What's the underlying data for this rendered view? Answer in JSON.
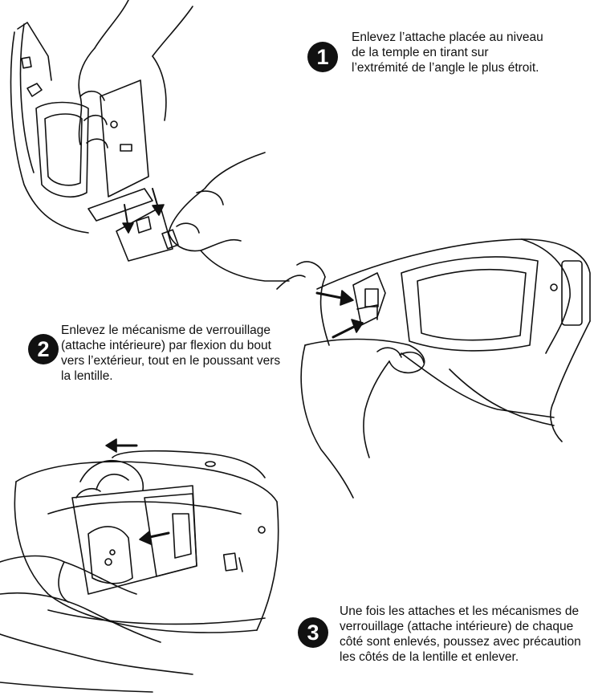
{
  "steps": [
    {
      "number": "1",
      "text": "Enlevez l’attache placée au niveau de la temple en tirant sur l’extrémité de l’angle le plus étroit."
    },
    {
      "number": "2",
      "text": "Enlevez le mécanisme de verrouillage (attache intérieure) par flexion du bout vers l’extérieur, tout en le poussant vers la lentille."
    },
    {
      "number": "3",
      "text": "Une fois les attaches et les mécanismes de verrouillage  (attache intérieure) de chaque côté sont enlevés, poussez avec précaution les côtés de la lentille et enlever."
    }
  ],
  "colors": {
    "ink": "#111111",
    "background": "#ffffff"
  }
}
